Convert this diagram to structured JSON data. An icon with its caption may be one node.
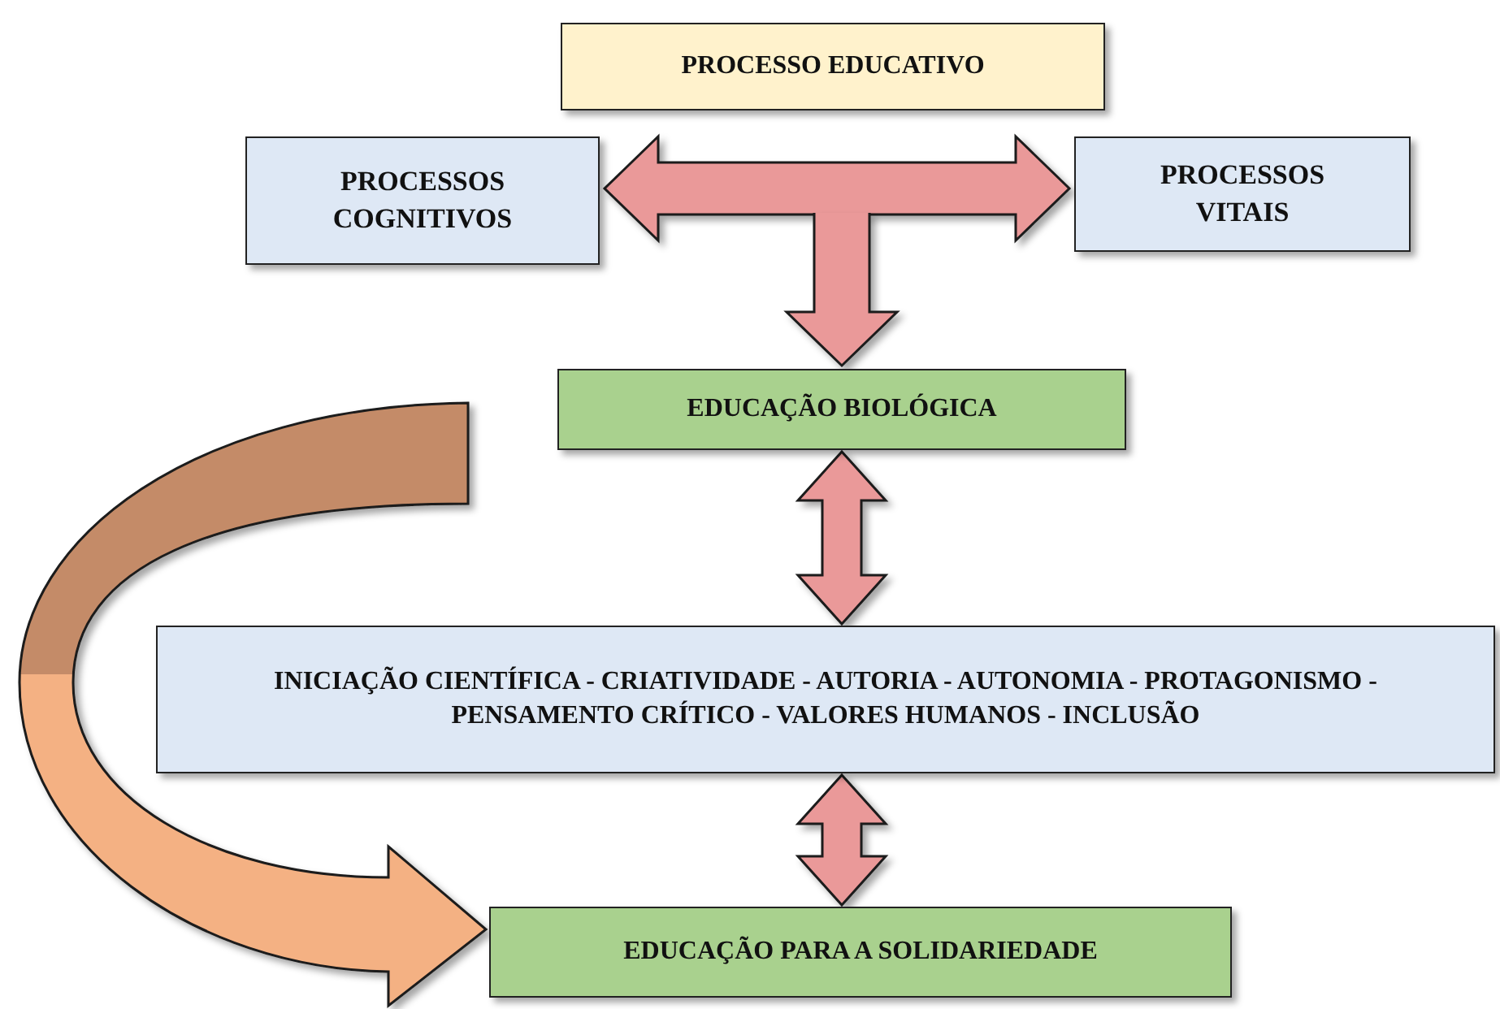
{
  "diagram": {
    "nodes": [
      {
        "text": [
          "PROCESSO EDUCATIVO"
        ]
      },
      {
        "text": [
          "PROCESSOS COGNITIVOS"
        ]
      },
      {
        "text": [
          "PROCESSOS VITAIS"
        ]
      },
      {
        "text": [
          "EDUCAÇÃO BIOLÓGICA"
        ]
      },
      {
        "text": [
          "INICIAÇÃO CIENTÍFICA - CRIATIVIDADE - AUTORIA - AUTONOMIA - PROTAGONISMO - PENSAMENTO CRÍTICO - VALORES HUMANOS - INCLUSÃO"
        ]
      },
      {
        "text": [
          "EDUCAÇÃO PARA A SOLIDARIEDADE"
        ]
      }
    ],
    "edges": [
      {
        "from": 1,
        "to": 2,
        "arrow": "both"
      },
      {
        "from": null,
        "to": 3,
        "arrow": "to"
      },
      {
        "from": 3,
        "to": 4,
        "arrow": "both"
      },
      {
        "from": 4,
        "to": 5,
        "arrow": "both"
      },
      {
        "from": 3,
        "to": 5,
        "arrow": "to",
        "color": "#f4b183"
      }
    ]
  }
}
